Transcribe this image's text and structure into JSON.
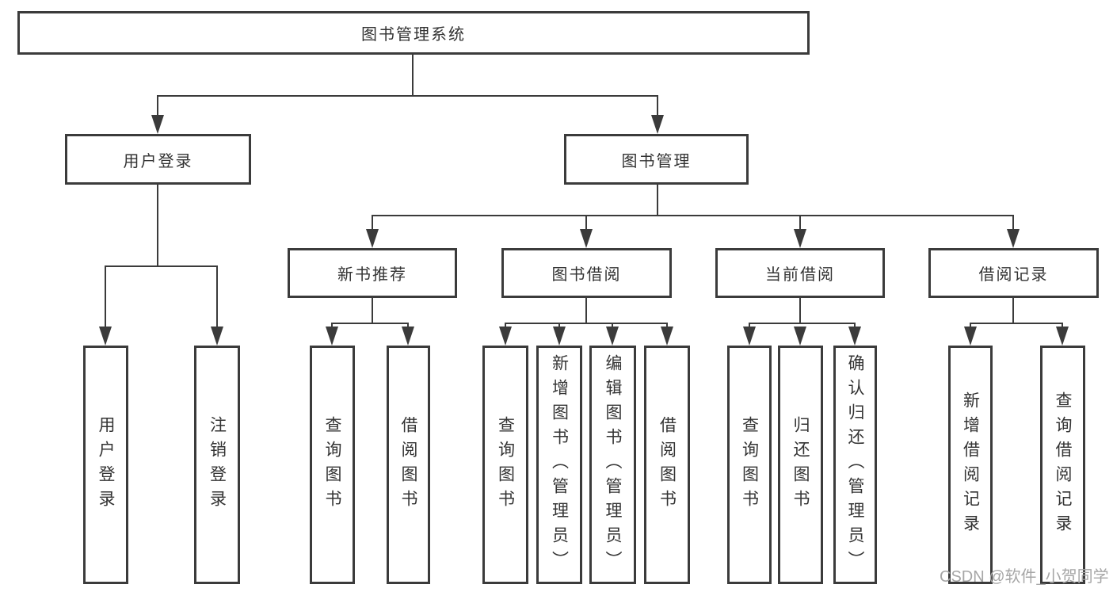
{
  "diagram": {
    "title": "图书管理系统",
    "branches": [
      {
        "label": "用户登录",
        "children": [
          {
            "label": "用户登录"
          },
          {
            "label": "注销登录"
          }
        ]
      },
      {
        "label": "图书管理",
        "children": [
          {
            "label": "新书推荐",
            "children": [
              {
                "label": "查询图书"
              },
              {
                "label": "借阅图书"
              }
            ]
          },
          {
            "label": "图书借阅",
            "children": [
              {
                "label": "查询图书"
              },
              {
                "label": "新增图书（管理员）"
              },
              {
                "label": "编辑图书（管理员）"
              },
              {
                "label": "借阅图书"
              }
            ]
          },
          {
            "label": "当前借阅",
            "children": [
              {
                "label": "查询图书"
              },
              {
                "label": "归还图书"
              },
              {
                "label": "确认归还（管理员）"
              }
            ]
          },
          {
            "label": "借阅记录",
            "children": [
              {
                "label": "新增借阅记录"
              },
              {
                "label": "查询借阅记录"
              }
            ]
          }
        ]
      }
    ]
  },
  "watermark": {
    "text": "CSDN @软件_小贺同学"
  },
  "colors": {
    "line": "#3b3b3b",
    "text": "#333333",
    "watermark": "#a6a6a6",
    "background": "#ffffff"
  }
}
